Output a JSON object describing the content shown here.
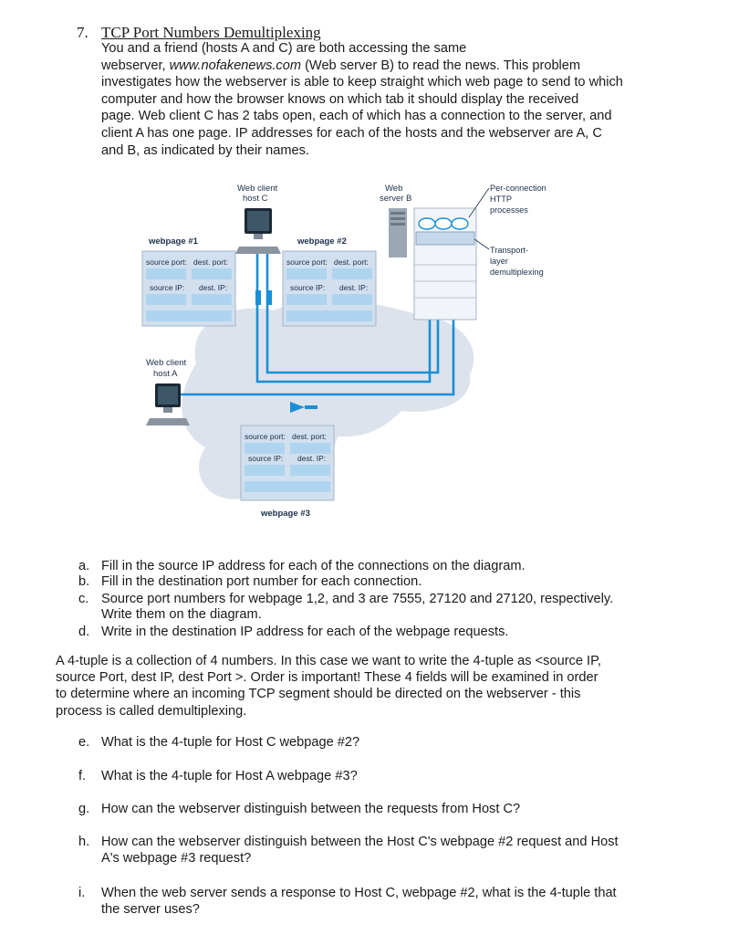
{
  "problem": {
    "number": "7.",
    "title": "TCP Port Numbers Demultiplexing",
    "intro_lines": [
      "You and a friend (hosts A and C) are both accessing the same",
      "page.  Web client C has 2 tabs open, each of which has a connection to the server, and",
      "client A has one page.  IP addresses for each of the hosts and the webserver are A, C",
      "and B, as indicated by their names."
    ],
    "intro_line2_pre": "webserver, ",
    "intro_line2_url": "www.nofakenews.com",
    "intro_line2_post": " (Web server B) to read the news.   This problem",
    "intro_line3": "investigates how the webserver is able to keep straight which web page to send to which",
    "intro_line4": "computer and how the browser knows on which tab it should display the received"
  },
  "diagram": {
    "web_client_c": [
      "Web client",
      "host C"
    ],
    "web_server_b": [
      "Web",
      "server B"
    ],
    "per_connection": [
      "Per-connection",
      "HTTP",
      "processes"
    ],
    "transport_layer": [
      "Transport-",
      "layer",
      "demultiplexing"
    ],
    "web_client_a": [
      "Web client",
      "host A"
    ],
    "webpage1": "webpage #1",
    "webpage2": "webpage #2",
    "webpage3": "webpage #3",
    "source_port": "source port:",
    "dest_port": "dest. port:",
    "source_ip": "source IP:",
    "dest_ip": "dest. IP:",
    "colors": {
      "line": "#1a8fd6",
      "box": "#aed4f0",
      "cloud": "#dde3ec",
      "panel": "#c8d7e8"
    }
  },
  "questions_abcd": [
    {
      "letter": "a.",
      "lines": [
        "Fill in the source IP address for each of the connections on the diagram."
      ]
    },
    {
      "letter": "b.",
      "lines": [
        "Fill in the destination port number for each connection."
      ]
    },
    {
      "letter": "c.",
      "lines": [
        "Source port numbers for webpage 1,2, and 3 are 7555, 27120 and 27120, respectively.",
        "Write them on the diagram."
      ]
    },
    {
      "letter": "d.",
      "lines": [
        "Write in the destination IP address for each of the webpage requests."
      ]
    }
  ],
  "tuple_paragraph": [
    "A 4-tuple is a collection of 4 numbers.  In this case we want to write the 4-tuple as <source IP,",
    "source Port, dest IP, dest Port >.  Order is important!  These 4 fields will be examined in order",
    "to determine where an incoming TCP segment should be directed on the webserver - this",
    "process is called demultiplexing."
  ],
  "questions_efghi": [
    {
      "letter": "e.",
      "lines": [
        "What is the 4-tuple for Host C webpage #2?"
      ]
    },
    {
      "letter": "f.",
      "lines": [
        "What is the 4-tuple for Host A webpage #3?"
      ]
    },
    {
      "letter": "g.",
      "lines": [
        "How can the webserver distinguish between the  requests from Host C?"
      ]
    },
    {
      "letter": "h.",
      "lines": [
        "How can the webserver distinguish between the Host C's webpage #2 request and Host",
        "A's webpage #3 request?"
      ]
    },
    {
      "letter": "i.",
      "lines": [
        "When the web server sends a response to Host C, webpage #2, what is the 4-tuple that",
        "the server uses?"
      ]
    }
  ]
}
